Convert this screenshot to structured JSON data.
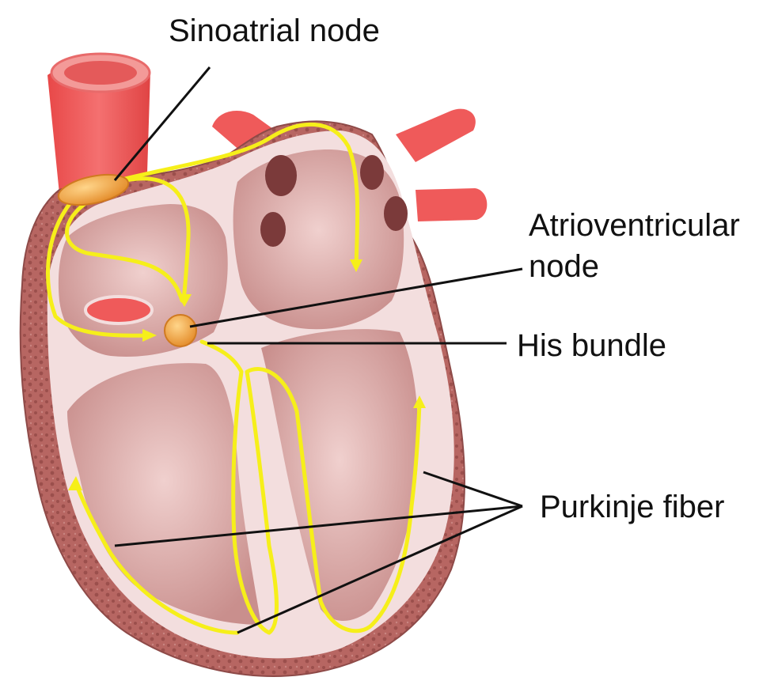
{
  "labels": {
    "sinoatrial": "Sinoatrial node",
    "av_line1": "Atrioventricular",
    "av_line2": "node",
    "his": "His bundle",
    "purkinje": "Purkinje fiber"
  },
  "colors": {
    "vessel": "#ef5a5a",
    "vessel_dark": "#c73a3a",
    "muscle": "#b96a66",
    "muscle_dark": "#8e4a48",
    "wall": "#f3dede",
    "chamber": "#d8a3a3",
    "chamber_light": "#ecc8c6",
    "conduction": "#f6ef1a",
    "node": "#f2a44a",
    "leader": "#111111"
  }
}
